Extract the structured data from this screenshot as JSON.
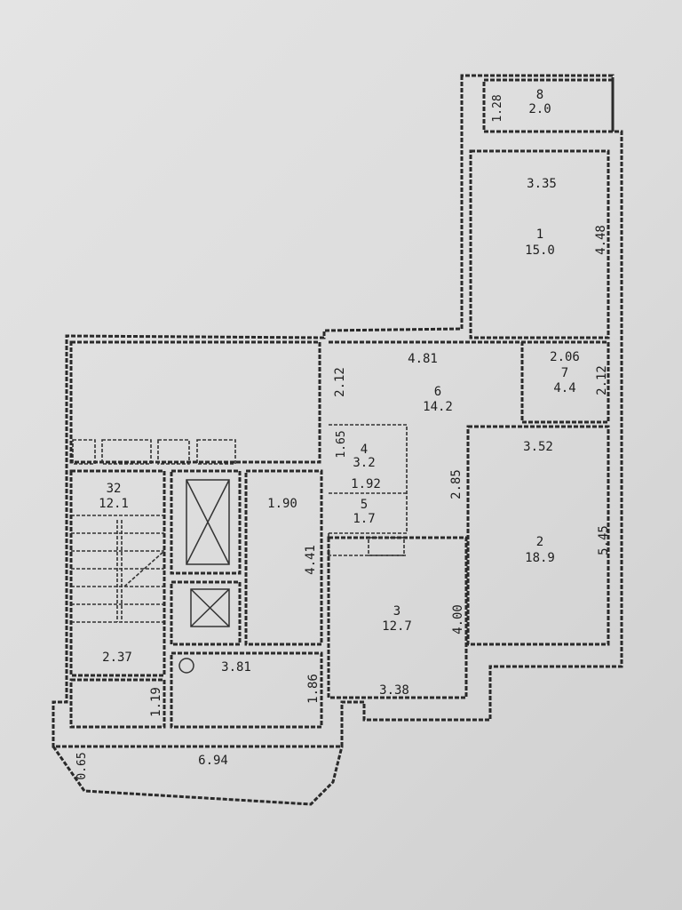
{
  "plan": {
    "rooms": [
      {
        "id": "8",
        "area": "2.0",
        "dims": [
          "1.28"
        ]
      },
      {
        "id": "1",
        "area": "15.0",
        "dims": [
          "3.35",
          "4.48"
        ]
      },
      {
        "id": "6",
        "area": "14.2",
        "dims": [
          "4.81",
          "2.12"
        ]
      },
      {
        "id": "7",
        "area": "4.4",
        "dims": [
          "2.06",
          "2.12"
        ]
      },
      {
        "id": "4",
        "area": "3.2",
        "dims": [
          "1.65",
          "1.92"
        ]
      },
      {
        "id": "5",
        "area": "1.7",
        "dims": []
      },
      {
        "id": "2",
        "area": "18.9",
        "dims": [
          "3.52",
          "5.45"
        ]
      },
      {
        "id": "3",
        "area": "12.7",
        "dims": [
          "4.00",
          "3.38"
        ]
      },
      {
        "id": "32",
        "area": "12.1",
        "dims": []
      }
    ],
    "common_dims": [
      "2.85",
      "1.90",
      "4.41",
      "2.37",
      "3.81",
      "1.86",
      "1.19",
      "6.94",
      "0.65"
    ]
  }
}
